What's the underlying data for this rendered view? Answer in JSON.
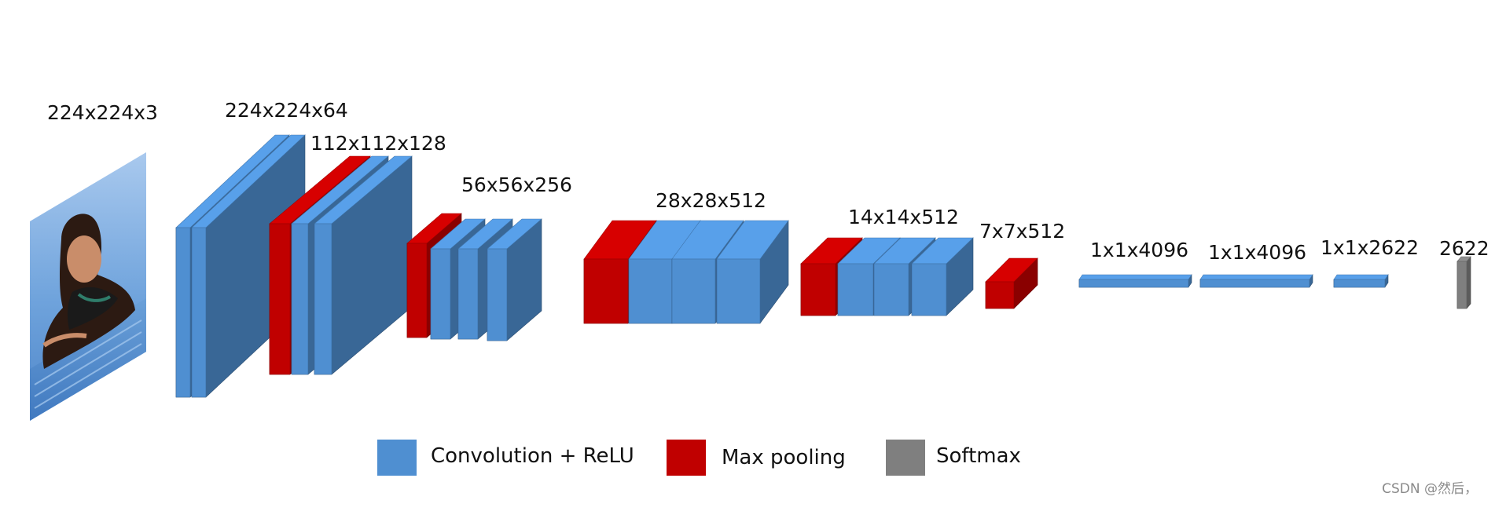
{
  "colors": {
    "conv": "#4f8fd1",
    "pool": "#c00000",
    "softmax": "#7f7f7f"
  },
  "input_label": "224x224x3",
  "stages": [
    {
      "dimension": "224x224x64",
      "blocks": [
        "conv",
        "conv"
      ]
    },
    {
      "dimension": "112x112x128",
      "blocks": [
        "pool",
        "conv",
        "conv"
      ]
    },
    {
      "dimension": "56x56x256",
      "blocks": [
        "pool",
        "conv",
        "conv",
        "conv"
      ]
    },
    {
      "dimension": "28x28x512",
      "blocks": [
        "pool",
        "conv",
        "conv",
        "conv"
      ]
    },
    {
      "dimension": "14x14x512",
      "blocks": [
        "pool",
        "conv",
        "conv",
        "conv"
      ]
    },
    {
      "dimension": "7x7x512",
      "blocks": [
        "pool"
      ]
    },
    {
      "dimension": "1x1x4096",
      "blocks": [
        "conv"
      ]
    },
    {
      "dimension": "1x1x4096",
      "blocks": [
        "conv"
      ]
    },
    {
      "dimension": "1x1x2622",
      "blocks": [
        "conv"
      ]
    },
    {
      "dimension": "2622",
      "blocks": [
        "softmax"
      ]
    }
  ],
  "legend": [
    {
      "label": "Convolution + ReLU",
      "color_key": "conv"
    },
    {
      "label": "Max pooling",
      "color_key": "pool"
    },
    {
      "label": "Softmax",
      "color_key": "softmax"
    }
  ],
  "watermark": "CSDN @然后，"
}
